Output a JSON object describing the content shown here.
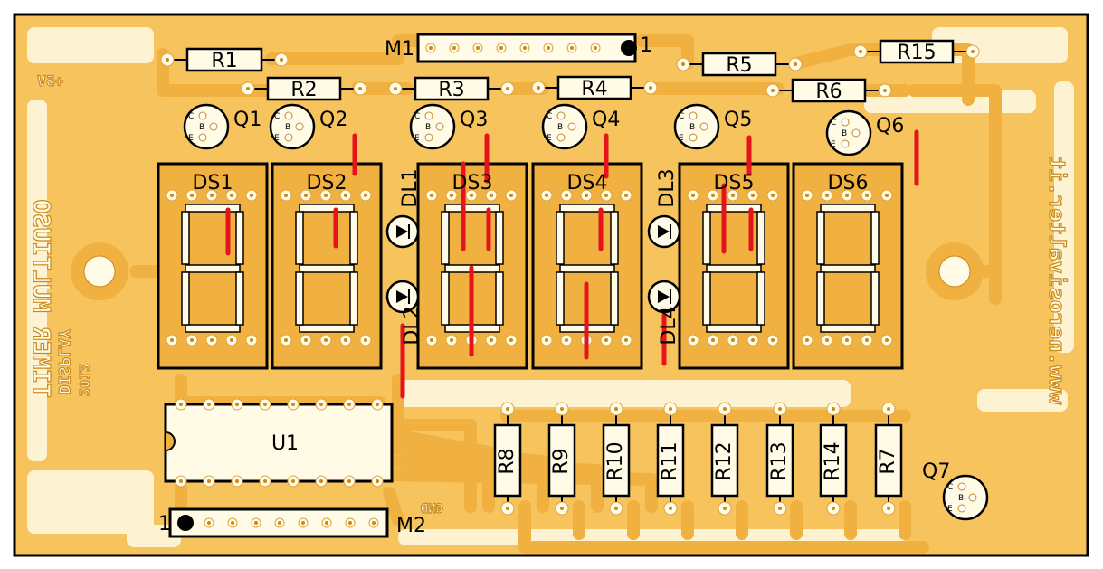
{
  "board": {
    "copper_color": "#f6c35c",
    "substrate_color": "#fdf3d2",
    "pad_color": "#fffbe6",
    "jumper_color": "#e5131b"
  },
  "mirrored_text": {
    "title": "TIMER MULTIUSO",
    "subtitle": "DISPLAY",
    "year": "2012",
    "url": "www.nerosivalter.it",
    "vplus": "+5V",
    "gnd": "GND"
  },
  "components": {
    "resistors": [
      "R1",
      "R2",
      "R3",
      "R4",
      "R5",
      "R6",
      "R15"
    ],
    "resistors_vertical": [
      "R8",
      "R9",
      "R10",
      "R11",
      "R12",
      "R13",
      "R14",
      "R7"
    ],
    "transistors": [
      "Q1",
      "Q2",
      "Q3",
      "Q4",
      "Q5",
      "Q6",
      "Q7"
    ],
    "transistor_pins": [
      "C",
      "B",
      "E"
    ],
    "displays": [
      "DS1",
      "DS2",
      "DS3",
      "DS4",
      "DS5",
      "DS6"
    ],
    "leds": [
      "DL1",
      "DL2",
      "DL3",
      "DL4"
    ],
    "ic": "U1",
    "connectors": [
      "M1",
      "M2"
    ],
    "pin1": "1"
  }
}
